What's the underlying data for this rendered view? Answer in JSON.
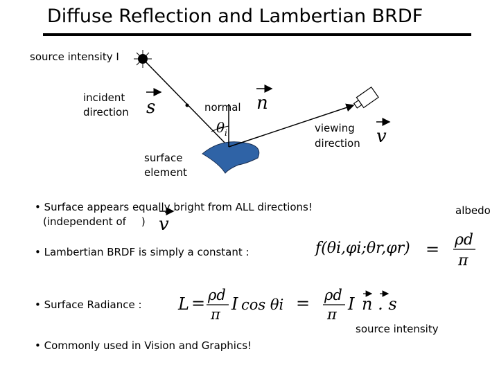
{
  "slide": {
    "title": "Diffuse Reflection and Lambertian BRDF"
  },
  "diagram": {
    "source_label": "source intensity I",
    "incident_label_1": "incident",
    "incident_label_2": "direction",
    "incident_symbol": "s",
    "normal_label": "normal",
    "normal_symbol": "n",
    "angle_symbol": "θ",
    "angle_subscript": "i",
    "viewing_label_1": "viewing",
    "viewing_label_2": "direction",
    "viewing_symbol": "v",
    "surface_label_1": "surface",
    "surface_label_2": "element"
  },
  "bullets": {
    "b1_line1": "Surface appears equally bright from ALL directions!",
    "b1_line2_prefix": "(independent of",
    "b1_line2_suffix": ")",
    "b1_symbol": "v",
    "albedo_label": "albedo",
    "b2_text": "Lambertian BRDF is simply a constant :",
    "b3_text": "Surface Radiance :",
    "source_intensity_label": "source intensity",
    "b4_text": "Commonly used in Vision and Graphics!"
  },
  "formulas": {
    "brdf_lhs": "f(θi,φi;θr,φr)",
    "equals": "=",
    "rho_d": "ρd",
    "pi": "π",
    "radiance_L": "L",
    "radiance_I": "I",
    "cos_theta": "cos θi",
    "n_dot_s": "n . s"
  },
  "colors": {
    "surface_fill": "#2f63a6",
    "surface_stroke": "#1a2e50"
  }
}
